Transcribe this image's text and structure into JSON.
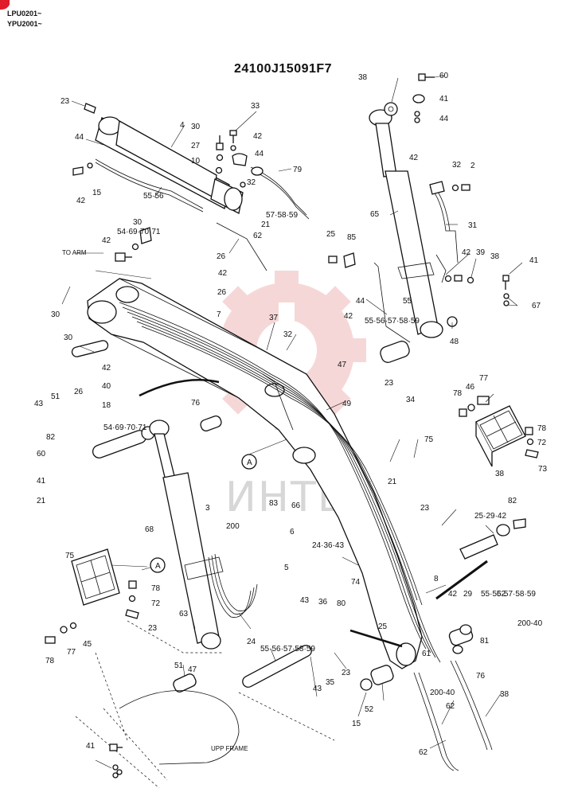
{
  "header": {
    "line1": "LPU0201~",
    "line2": "YPU2001~"
  },
  "title": "24100J15091F7",
  "watermark": "ИНТЕХ",
  "notes": {
    "to_arm": "TO ARM",
    "upp_frame": "UPP FRAME",
    "ref_a": "A"
  },
  "callouts": [
    "23",
    "33",
    "4",
    "30",
    "42",
    "44",
    "27",
    "10",
    "44",
    "32",
    "42",
    "15",
    "79",
    "55·56",
    "57·58·59",
    "21",
    "62",
    "26",
    "30",
    "42",
    "54·69·70·71",
    "38",
    "60",
    "41",
    "44",
    "42",
    "32",
    "2",
    "65",
    "31",
    "25",
    "85",
    "42",
    "39",
    "38",
    "41",
    "67",
    "44",
    "55",
    "30",
    "42",
    "26",
    "7",
    "37",
    "32",
    "42",
    "55·56·57·58·59",
    "48",
    "30",
    "42",
    "40",
    "47",
    "23",
    "34",
    "43",
    "51",
    "26",
    "18",
    "49",
    "76",
    "77",
    "78",
    "46",
    "54·69·70·71",
    "82",
    "75",
    "78",
    "72",
    "73",
    "38",
    "60",
    "41",
    "21",
    "21",
    "83",
    "66",
    "3",
    "68",
    "200",
    "6",
    "24·36·43",
    "23",
    "82",
    "25·29·42",
    "5",
    "8",
    "74",
    "75",
    "78",
    "72",
    "23",
    "63",
    "24",
    "43",
    "36",
    "80",
    "25",
    "42",
    "29",
    "55·56·57·58·59",
    "52",
    "200-40",
    "81",
    "61",
    "76",
    "78",
    "77",
    "45",
    "55·56·57·58·59",
    "47",
    "51",
    "43",
    "35",
    "23",
    "200-40",
    "52",
    "15",
    "62",
    "62",
    "38",
    "41"
  ],
  "colors": {
    "ink": "#111111",
    "watermark_red": "#e8a3a3",
    "badge_red": "#e01b2a"
  }
}
